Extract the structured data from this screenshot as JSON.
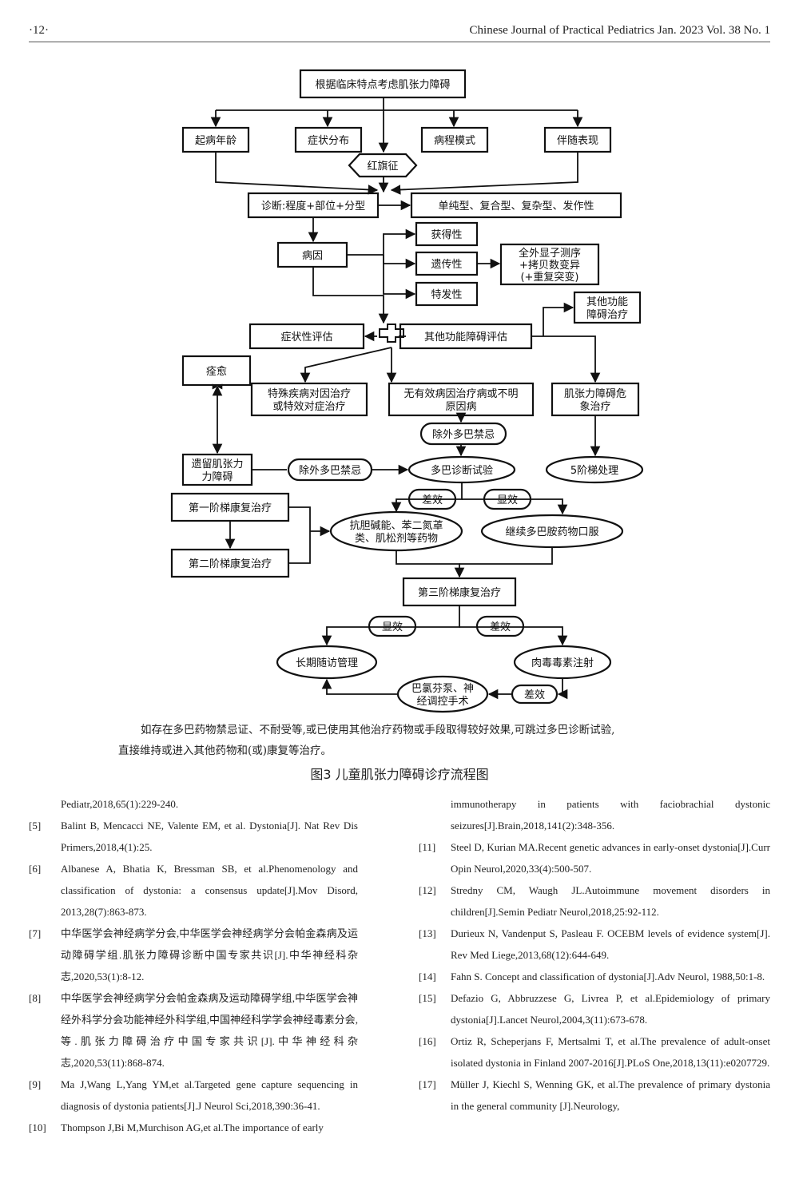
{
  "header": {
    "page_number": "·12·",
    "journal": "Chinese Journal of Practical Pediatrics  Jan. 2023  Vol. 38  No. 1"
  },
  "flowchart": {
    "top": "根据临床特点考虑肌张力障碍",
    "onset_age": "起病年龄",
    "symptom_distribution": "症状分布",
    "course_pattern": "病程模式",
    "accompanying": "伴随表现",
    "red_flag": "红旗征",
    "diagnosis": "诊断:程度+部位+分型",
    "types": "单纯型、复合型、复杂型、发作性",
    "etiology": "病因",
    "acquired": "获得性",
    "genetic": "遗传性",
    "idiopathic": "特发性",
    "genetic_test_lines": [
      "全外显子测序",
      "+拷贝数变异",
      "(+重复突变)"
    ],
    "other_func_treat_lines": [
      "其他功能",
      "障碍治疗"
    ],
    "symptom_eval": "症状性评估",
    "other_func_eval": "其他功能障碍评估",
    "cure": "痊愈",
    "special_lines": [
      "特殊疾病对因治疗",
      "或特效对症治疗"
    ],
    "no_effective_lines": [
      "无有效病因治疗病或不明",
      "原因病"
    ],
    "crisis_lines": [
      "肌张力障碍危",
      "象治疗"
    ],
    "exclude_dopa_1": "除外多巴禁忌",
    "residual_lines": [
      "遗留肌张力",
      "力障碍"
    ],
    "exclude_dopa_2": "除外多巴禁忌",
    "dopa_trial": "多巴诊断试验",
    "five_step": "5阶梯处理",
    "poor_effect_1": "差效",
    "good_effect_1": "显效",
    "rehab_1": "第一阶梯康复治疗",
    "anticholinergic_lines": [
      "抗胆碱能、苯二氮䓬",
      "类、肌松剂等药物"
    ],
    "continue_dopa": "继续多巴胺药物口服",
    "rehab_2": "第二阶梯康复治疗",
    "rehab_3": "第三阶梯康复治疗",
    "good_effect_2": "显效",
    "poor_effect_2": "差效",
    "long_term": "长期随访管理",
    "botulinum": "肉毒毒素注射",
    "baclofen_lines": [
      "巴氯芬泵、神",
      "经调控手术"
    ],
    "poor_effect_3": "差效"
  },
  "note_lines": [
    "如存在多巴药物禁忌证、不耐受等,或已使用其他治疗药物或手段取得较好效果,可跳过多巴诊断试验,",
    "直接维持或进入其他药物和(或)康复等治疗。"
  ],
  "caption": "图3   儿童肌张力障碍诊疗流程图",
  "references_left": [
    {
      "num": "",
      "text": "Pediatr,2018,65(1):229-240."
    },
    {
      "num": "[5]",
      "text": "Balint B, Mencacci NE, Valente EM, et al. Dystonia[J]. Nat Rev Dis Primers,2018,4(1):25."
    },
    {
      "num": "[6]",
      "text": "Albanese A, Bhatia K, Bressman SB, et al.Phenomenology and classification of dystonia: a consensus update[J].Mov Disord, 2013,28(7):863-873."
    },
    {
      "num": "[7]",
      "text": "中华医学会神经病学分会,中华医学会神经病学分会帕金森病及运动障碍学组.肌张力障碍诊断中国专家共识[J].中华神经科杂志,2020,53(1):8-12."
    },
    {
      "num": "[8]",
      "text": "中华医学会神经病学分会帕金森病及运动障碍学组,中华医学会神经外科学分会功能神经外科学组,中国神经科学学会神经毒素分会,等.肌张力障碍治疗中国专家共识[J].中华神经科杂志,2020,53(11):868-874."
    },
    {
      "num": "[9]",
      "text": "Ma J,Wang L,Yang YM,et al.Targeted gene capture sequencing in diagnosis of dystonia patients[J].J Neurol Sci,2018,390:36-41."
    },
    {
      "num": "[10]",
      "text": "Thompson J,Bi M,Murchison AG,et al.The importance of early"
    }
  ],
  "references_right": [
    {
      "num": "",
      "text": "immunotherapy in patients with faciobrachial dystonic seizures[J].Brain,2018,141(2):348-356."
    },
    {
      "num": "[11]",
      "text": "Steel D, Kurian MA.Recent genetic advances in early-onset dystonia[J].Curr Opin Neurol,2020,33(4):500-507."
    },
    {
      "num": "[12]",
      "text": "Stredny CM, Waugh JL.Autoimmune movement disorders in children[J].Semin Pediatr Neurol,2018,25:92-112."
    },
    {
      "num": "[13]",
      "text": "Durieux N, Vandenput S, Pasleau F. OCEBM levels of evidence system[J]. Rev Med Liege,2013,68(12):644-649."
    },
    {
      "num": "[14]",
      "text": "Fahn S. Concept and classification of dystonia[J].Adv Neurol, 1988,50:1-8."
    },
    {
      "num": "[15]",
      "text": "Defazio G, Abbruzzese G, Livrea P, et al.Epidemiology of primary dystonia[J].Lancet Neurol,2004,3(11):673-678."
    },
    {
      "num": "[16]",
      "text": "Ortiz R, Scheperjans F, Mertsalmi T, et al.The prevalence of adult-onset isolated dystonia in Finland 2007-2016[J].PLoS One,2018,13(11):e0207729."
    },
    {
      "num": "[17]",
      "text": "Müller J, Kiechl S, Wenning GK, et al.The prevalence of primary dystonia in the general community [J].Neurology,"
    }
  ]
}
